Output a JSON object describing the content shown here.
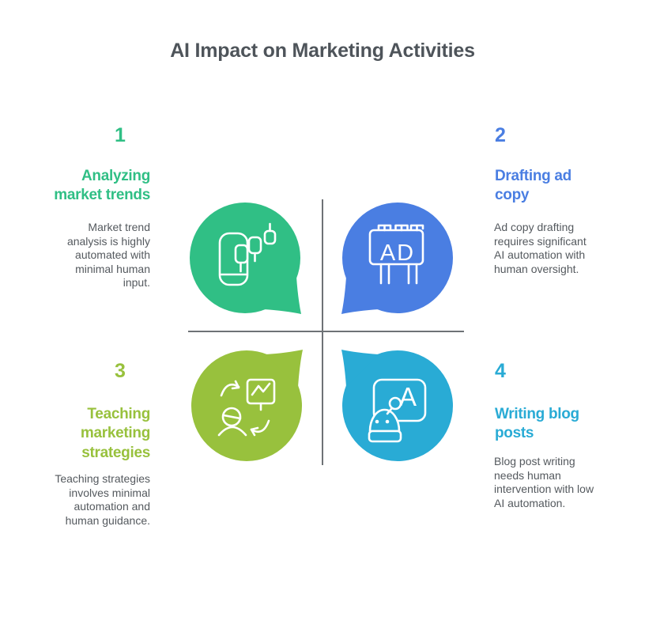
{
  "title": "AI Impact on Marketing Activities",
  "colors": {
    "background": "#ffffff",
    "title_text": "#4e545a",
    "body_text": "#54595e",
    "divider": "#6e7276"
  },
  "quadrants": [
    {
      "number": "1",
      "title": "Analyzing\nmarket trends",
      "description": "Market trend\nanalysis is highly\nautomated with\nminimal human\ninput.",
      "color": "#30bf85",
      "icon": "phone-candlestick-chart-icon"
    },
    {
      "number": "2",
      "title": "Drafting ad\ncopy",
      "description": "Ad copy drafting\nrequires significant\nAI automation with\nhuman oversight.",
      "color": "#4a7ee2",
      "icon": "ad-billboard-icon",
      "icon_label": "AD"
    },
    {
      "number": "3",
      "title": "Teaching\nmarketing\nstrategies",
      "description": "Teaching strategies\ninvolves minimal\nautomation and\nhuman guidance.",
      "color": "#98c13d",
      "icon": "training-cycle-icon"
    },
    {
      "number": "4",
      "title": "Writing blog\nposts",
      "description": "Blog post writing\nneeds human\nintervention with low\nAI automation.",
      "color": "#29abd5",
      "icon": "ai-writing-board-icon",
      "icon_label": "A"
    }
  ]
}
